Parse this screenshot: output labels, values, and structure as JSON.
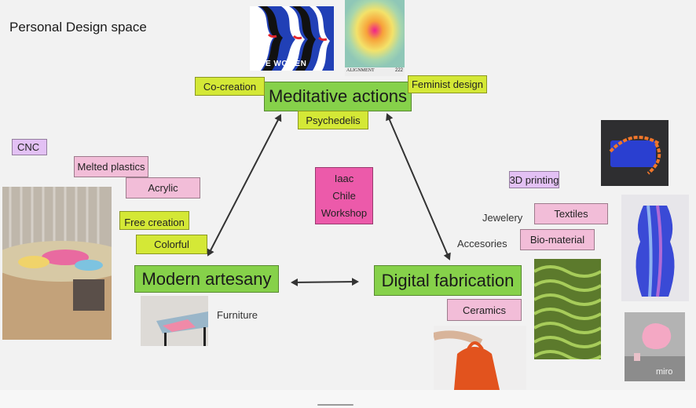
{
  "board": {
    "title": "Personal Design space",
    "watermark": "miro"
  },
  "nodes": {
    "meditative": "Meditative actions",
    "artesany": "Modern artesany",
    "digital": "Digital fabrication"
  },
  "stickies": {
    "cocreation": "Co-creation",
    "feminist": "Feminist design",
    "psychedelis": "Psychedelis",
    "cnc": "CNC",
    "melted": "Melted plastics",
    "acrylic": "Acrylic",
    "free_creation": "Free creation",
    "colorful": "Colorful",
    "printing": "3D printing",
    "textiles": "Textiles",
    "biomaterial": "Bio-material",
    "ceramics": "Ceramics",
    "workshop": [
      "Iaac",
      "Chile",
      "Workshop"
    ]
  },
  "labels": {
    "jewelery": "Jewelery",
    "accesories": "Accesories",
    "furniture": "Furniture"
  },
  "images": {
    "we_women": "WE WOMEN",
    "alignment": "ALIGNMENT",
    "alignment_num": "222"
  },
  "colors": {
    "lime": "#d4e836",
    "pink": "#f2bdd8",
    "lilac": "#e3c1f4",
    "green": "#86d14a",
    "magenta": "#ec5aaa"
  }
}
